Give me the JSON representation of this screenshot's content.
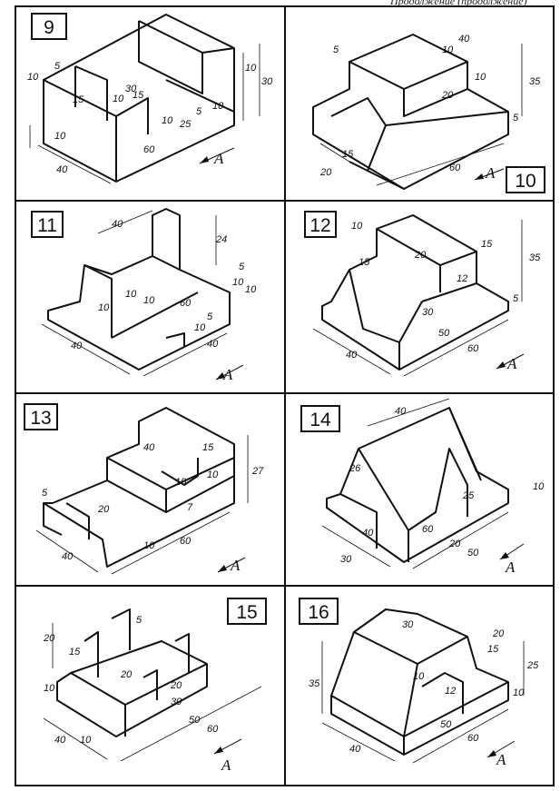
{
  "header": {
    "text": "Продолжение (продолжение)"
  },
  "exercises": [
    {
      "number": "9",
      "dims": [
        "10",
        "5",
        "15",
        "30",
        "10",
        "15",
        "30",
        "10",
        "10",
        "25",
        "5",
        "10",
        "40",
        "60",
        "10"
      ],
      "view_label": "A"
    },
    {
      "number": "10",
      "dims": [
        "5",
        "10",
        "40",
        "10",
        "35",
        "20",
        "5",
        "15",
        "20",
        "60"
      ],
      "view_label": "A"
    },
    {
      "number": "11",
      "dims": [
        "40",
        "24",
        "5",
        "10",
        "10",
        "10",
        "10",
        "10",
        "60",
        "5",
        "10",
        "40",
        "40"
      ],
      "view_label": "A"
    },
    {
      "number": "12",
      "dims": [
        "10",
        "20",
        "15",
        "15",
        "35",
        "12",
        "30",
        "5",
        "50",
        "40",
        "60"
      ],
      "view_label": "A"
    },
    {
      "number": "13",
      "dims": [
        "40",
        "15",
        "10",
        "27",
        "10",
        "20",
        "5",
        "10",
        "7",
        "40",
        "60"
      ],
      "view_label": "A"
    },
    {
      "number": "14",
      "dims": [
        "40",
        "26",
        "25",
        "10",
        "40",
        "60",
        "20",
        "30",
        "50"
      ],
      "view_label": "A"
    },
    {
      "number": "15",
      "dims": [
        "5",
        "20",
        "15",
        "20",
        "20",
        "10",
        "30",
        "50",
        "40",
        "10",
        "60"
      ],
      "view_label": "A"
    },
    {
      "number": "16",
      "dims": [
        "30",
        "20",
        "15",
        "10",
        "12",
        "25",
        "35",
        "10",
        "50",
        "40",
        "60"
      ],
      "view_label": "A"
    }
  ]
}
